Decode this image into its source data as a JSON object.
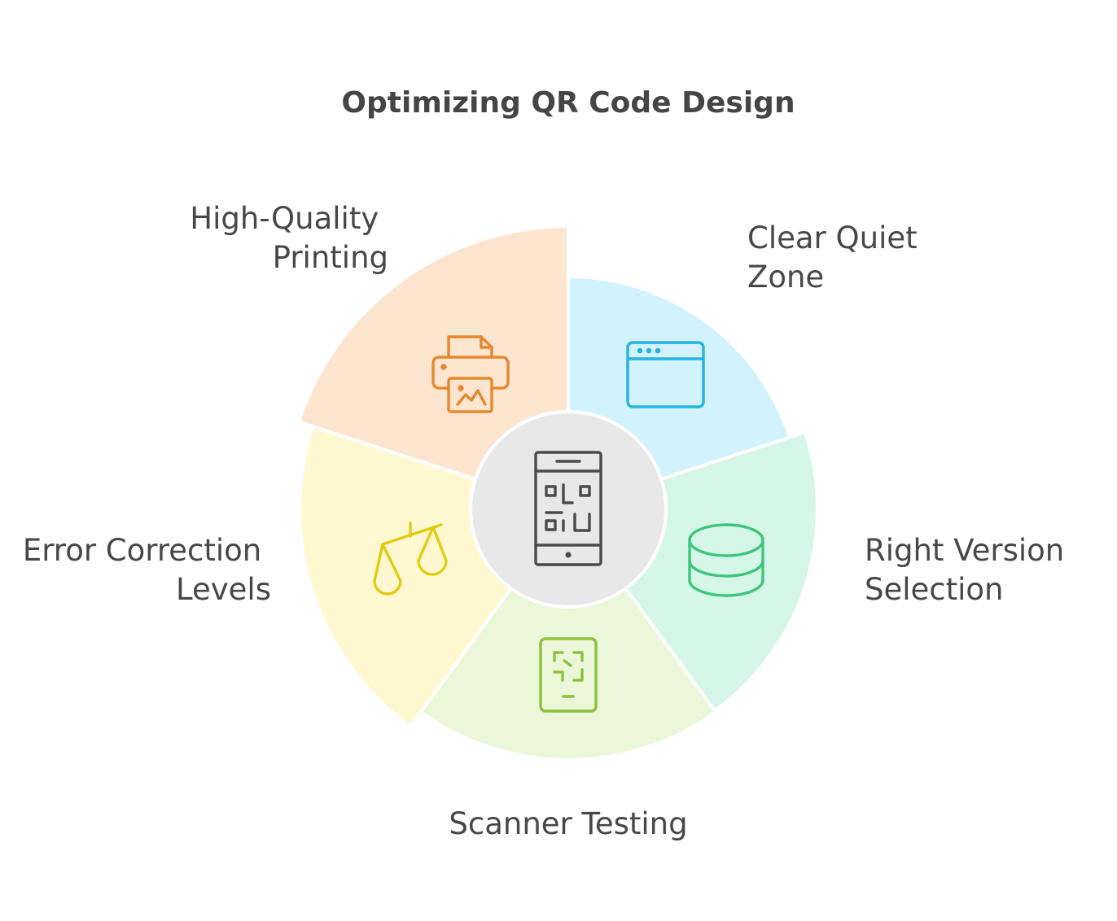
{
  "title": "Optimizing QR Code Design",
  "segments": [
    {
      "id": "clear-quiet-zone",
      "lines": [
        "Clear Quiet",
        "Zone"
      ],
      "fill": "#d2f2fd",
      "stroke": "#25b2e1",
      "icon": "browser-window-icon"
    },
    {
      "id": "right-version-selection",
      "lines": [
        "Right Version",
        "Selection"
      ],
      "fill": "#d6f6e7",
      "stroke": "#3ec57d",
      "icon": "database-icon"
    },
    {
      "id": "scanner-testing",
      "lines": [
        "Scanner Testing"
      ],
      "fill": "#ebf7d9",
      "stroke": "#8cc23c",
      "icon": "scan-device-icon"
    },
    {
      "id": "error-correction-levels",
      "lines": [
        "Error Correction",
        "Levels"
      ],
      "fill": "#fff8d1",
      "stroke": "#e2cc10",
      "icon": "balance-scale-icon"
    },
    {
      "id": "high-quality-printing",
      "lines": [
        "High-Quality",
        "Printing"
      ],
      "fill": "#fde5d0",
      "stroke": "#e6882e",
      "icon": "printer-icon"
    }
  ],
  "center": {
    "icon": "qr-phone-icon",
    "fill": "#e8e8e8",
    "stroke": "#4a4a4a"
  }
}
